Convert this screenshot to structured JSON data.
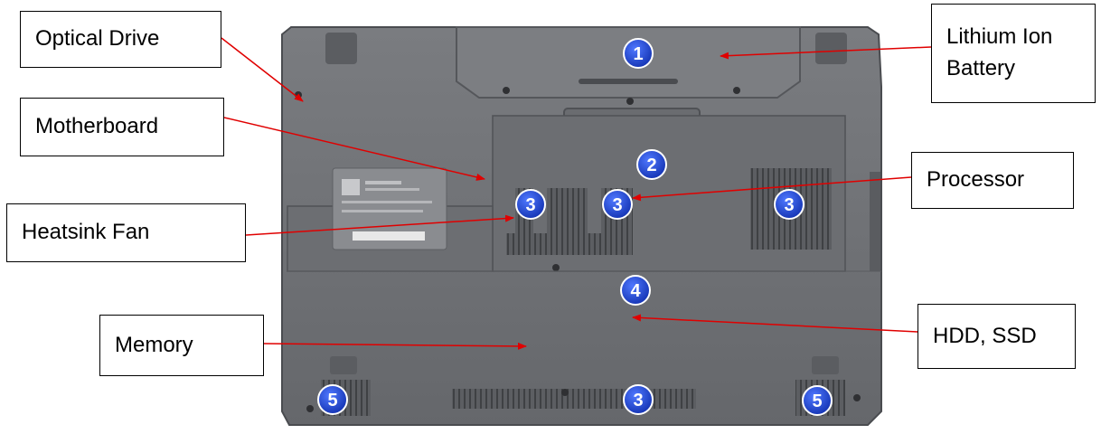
{
  "labels": {
    "optical_drive": "Optical Drive",
    "motherboard": "Motherboard",
    "heatsink_fan": "Heatsink Fan",
    "memory": "Memory",
    "battery": "Lithium Ion\nBattery",
    "processor": "Processor",
    "hdd_ssd": "HDD, SSD"
  },
  "markers": {
    "m1": "1",
    "m2": "2",
    "m3": "3",
    "m4": "4",
    "m5": "5"
  },
  "colors": {
    "arrow": "#e00000",
    "marker_fill": "#1a3fcf",
    "chassis": "#6f7174",
    "chassis_dark": "#505255"
  }
}
